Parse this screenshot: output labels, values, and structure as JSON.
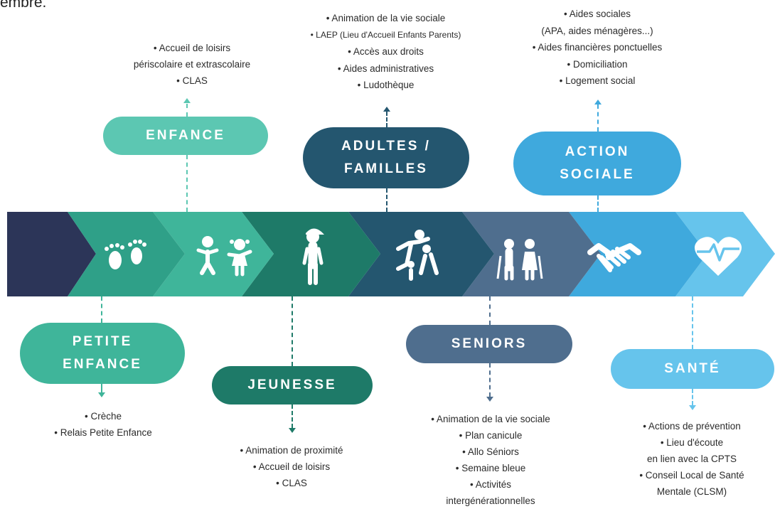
{
  "top_fragment": "embre.",
  "colors": {
    "navy": "#2c3558",
    "teal_dark": "#1e7a68",
    "teal": "#3fb59a",
    "teal_light": "#5cc7b2",
    "petrol": "#24566f",
    "slate": "#4f6e8e",
    "sky": "#3fa9dd",
    "sky_light": "#66c4ec"
  },
  "categories": {
    "enfance": {
      "title": [
        "ENFANCE"
      ],
      "items": [
        "• Accueil de loisirs",
        "périscolaire et extrascolaire",
        "• CLAS"
      ]
    },
    "adultes_familles": {
      "title": [
        "ADULTES /",
        "FAMILLES"
      ],
      "items": [
        "• Animation de la vie sociale",
        "• LAEP (Lieu d'Accueil Enfants Parents)",
        "• Accès aux droits",
        "• Aides administratives",
        "• Ludothèque"
      ]
    },
    "action_sociale": {
      "title": [
        "ACTION",
        "SOCIALE"
      ],
      "items": [
        "• Aides sociales",
        "(APA, aides ménagères...)",
        "• Aides financières ponctuelles",
        "• Domiciliation",
        "• Logement social"
      ]
    },
    "petite_enfance": {
      "title": [
        "PETITE",
        "ENFANCE"
      ],
      "items": [
        "• Crèche",
        "• Relais Petite Enfance"
      ]
    },
    "jeunesse": {
      "title": [
        "JEUNESSE"
      ],
      "items": [
        "• Animation de proximité",
        "• Accueil de loisirs",
        "• CLAS"
      ]
    },
    "seniors": {
      "title": [
        "SENIORS"
      ],
      "items": [
        "• Animation de la vie sociale",
        "• Plan canicule",
        "• Allo Séniors",
        "• Semaine bleue",
        "• Activités",
        "intergénérationnelles"
      ]
    },
    "sante": {
      "title": [
        "SANTÉ"
      ],
      "items": [
        "• Actions de prévention",
        "• Lieu d'écoute",
        "en lien avec la CPTS",
        "• Conseil Local de Santé",
        "Mentale (CLSM)"
      ]
    }
  },
  "icons": [
    "footprints-icon",
    "children-icon",
    "youth-icon",
    "family-icon",
    "elderly-couple-icon",
    "handshake-icon",
    "heart-pulse-icon"
  ]
}
